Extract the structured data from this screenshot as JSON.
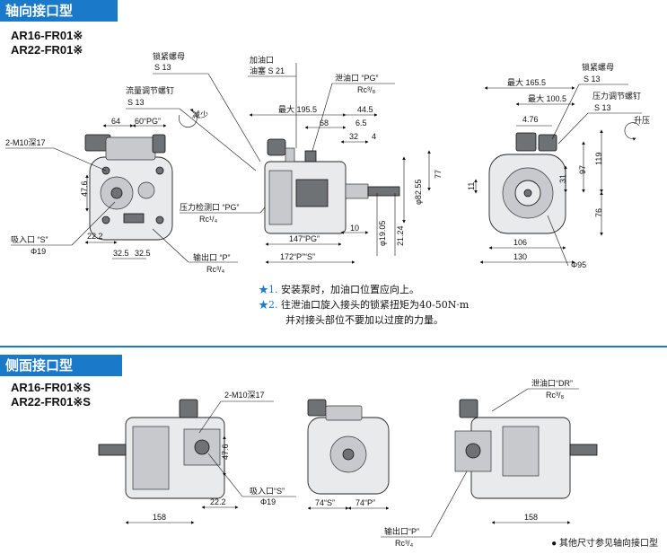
{
  "section1": {
    "title": "轴向接口型",
    "models": [
      "AR16-FR01※",
      "AR22-FR01※"
    ],
    "labels": {
      "lock_nut": "锁紧螺母",
      "lock_nut_size": "S 13",
      "flow_adjust": "流量调节螺钉",
      "flow_adjust_size": "S 13",
      "decrease": "减少",
      "thread_hole": "2-M10深17",
      "inlet": "吸入口 “S”",
      "inlet_size": "Φ19",
      "pressure_port": "压力检测口 “PG”",
      "pressure_port_size": "Rc¹/₄",
      "outlet": "输出口 “P”",
      "outlet_size": "Rc³/₄",
      "fill_port": "加油口",
      "fill_plug": "油塞 S 21",
      "drain_port": "泄油口 “PG”",
      "drain_size": "Rc³/₈",
      "lock_nut_r": "锁紧螺母",
      "lock_nut_r_size": "S 13",
      "pressure_adjust": "压力调节螺钉",
      "pressure_adjust_size": "S 13",
      "increase": "升压",
      "phi95": "Φ95"
    },
    "dims": {
      "d64": "64",
      "d60pg": "60“PG”",
      "d47_6": "47.6",
      "d22_2": "22.2",
      "d32_5a": "32.5",
      "d32_5b": "32.5",
      "max195": "最大 195.5",
      "d68": "68",
      "d44_5": "44.5",
      "d6_5": "6.5",
      "d32": "32",
      "d4": "4",
      "d82_55": "φ82.55",
      "d77": "77",
      "d10": "10",
      "d147": "147“PG”",
      "d172": "172“P”“S”",
      "d19_05": "φ19.05",
      "d21_24": "21.24",
      "max165": "最大 165.5",
      "max100": "最大 100.5",
      "d4_76": "4.76",
      "d97": "97",
      "d31": "31",
      "d119": "119",
      "d11": "11",
      "d76": "76",
      "d106": "106",
      "d130": "130"
    },
    "notes": [
      {
        "mark": "★1.",
        "text": "安装泵时，加油口位置应向上。"
      },
      {
        "mark": "★2.",
        "text": "往泄油口旋入接头的锁紧扭矩为40-50N·m"
      },
      {
        "mark": "",
        "text": "并对接头部位不要加以过度的力量。"
      }
    ]
  },
  "section2": {
    "title": "侧面接口型",
    "models": [
      "AR16-FR01※S",
      "AR22-FR01※S"
    ],
    "labels": {
      "thread_hole": "2-M10深17",
      "inlet": "吸入口“S”",
      "inlet_size": "Φ19",
      "drain": "泄油口“DR”",
      "drain_size": "Rc³/₈",
      "outlet": "输出口“P”",
      "outlet_size": "Rc³/₄"
    },
    "dims": {
      "d47_6": "47.6",
      "d22_2": "22.2",
      "d158a": "158",
      "d74s": "74“S”",
      "d74p": "74“P”",
      "d158b": "158"
    },
    "footnote": "● 其他尺寸参见轴向接口型"
  },
  "colors": {
    "accent": "#1a79c9"
  }
}
